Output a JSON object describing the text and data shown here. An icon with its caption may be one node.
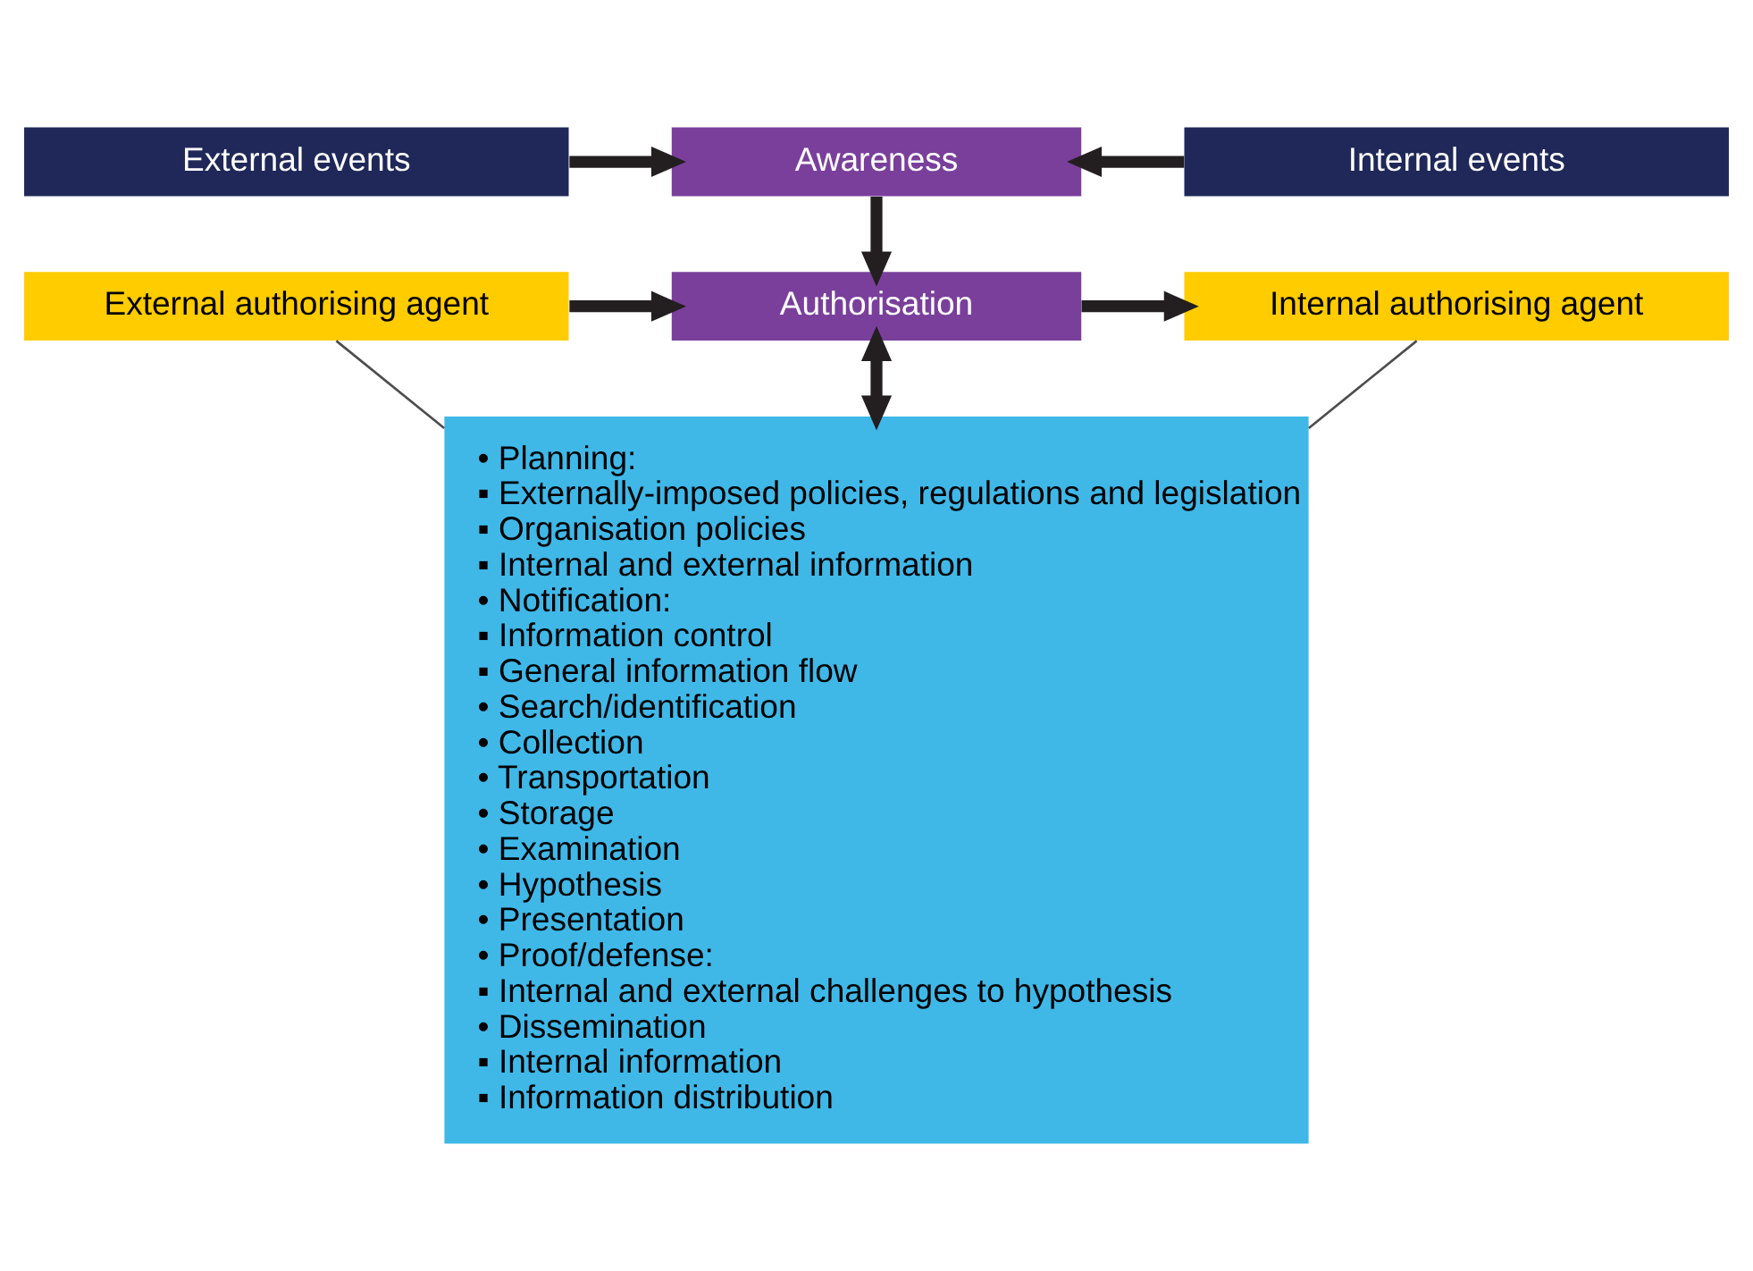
{
  "diagram": {
    "nodes": [
      {
        "text": [
          "External events"
        ]
      },
      {
        "text": [
          "Awareness"
        ]
      },
      {
        "text": [
          "Internal events"
        ]
      },
      {
        "text": [
          "External authorising agent"
        ]
      },
      {
        "text": [
          "Authorisation"
        ]
      },
      {
        "text": [
          "Internal authorising agent"
        ]
      },
      {
        "text": [
          "• Planning:",
          "▪ Externally-imposed policies, regulations and legislation",
          "▪ Organisation policies",
          "▪ Internal and external information",
          "• Notification:",
          "▪ Information control",
          "▪ General information flow",
          "• Search/identification",
          "• Collection",
          "• Transportation",
          "• Storage",
          "• Examination",
          "• Hypothesis",
          "• Presentation",
          "• Proof/defense:",
          "▪ Internal and external challenges to hypothesis",
          "• Dissemination",
          "▪ Internal information",
          "▪ Information distribution"
        ]
      }
    ],
    "edges": [
      {
        "from": 0,
        "to": 1,
        "arrow": "to"
      },
      {
        "from": 2,
        "to": 1,
        "arrow": "to"
      },
      {
        "from": 1,
        "to": 4,
        "arrow": "to"
      },
      {
        "from": 3,
        "to": 4,
        "arrow": "to"
      },
      {
        "from": 4,
        "to": 5,
        "arrow": "to"
      },
      {
        "from": 4,
        "to": 6,
        "arrow": "both"
      },
      {
        "from": 3,
        "to": 6,
        "arrow": "none",
        "color": "#4d4d4d"
      },
      {
        "from": 5,
        "to": 6,
        "arrow": "none",
        "color": "#4d4d4d"
      }
    ]
  }
}
